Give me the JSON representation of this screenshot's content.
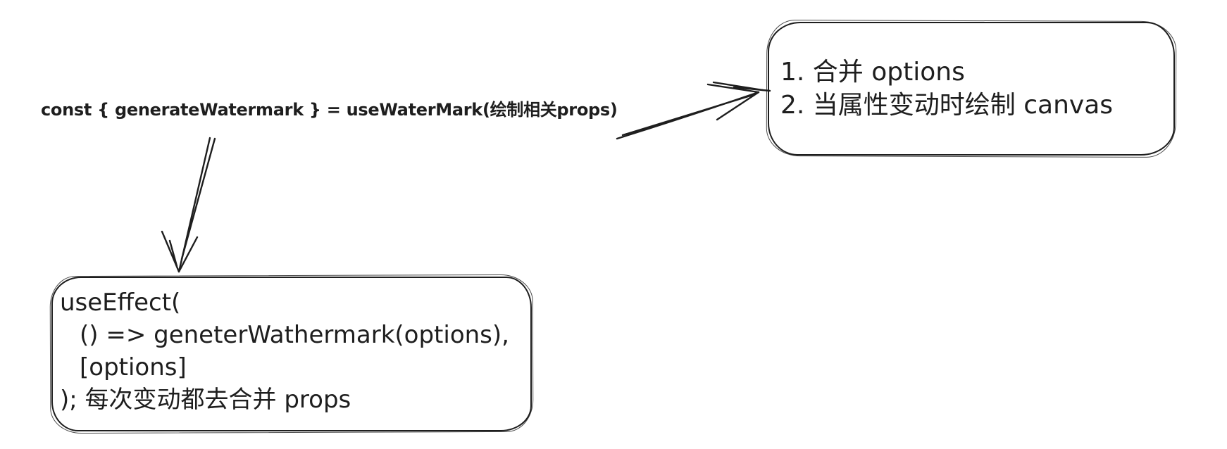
{
  "diagram": {
    "ink_color": "#1e1e1e",
    "background_color": "#ffffff",
    "code_line": "const { generateWatermark } = useWaterMark(绘制相关props)",
    "hook_box": {
      "lines": [
        "1. 合并 options",
        "2. 当属性变动时绘制 canvas"
      ]
    },
    "effect_box": {
      "lines": [
        "useEffect(",
        "() => geneterWathermark(options),",
        "[options]",
        "); 每次变动都去合并 props"
      ]
    },
    "arrows": [
      {
        "name": "arrow-code-to-hook-box",
        "direction": "right-up",
        "connects": "code line → hook behavior box"
      },
      {
        "name": "arrow-code-to-effect-box",
        "direction": "down",
        "connects": "code line → useEffect box"
      }
    ]
  }
}
